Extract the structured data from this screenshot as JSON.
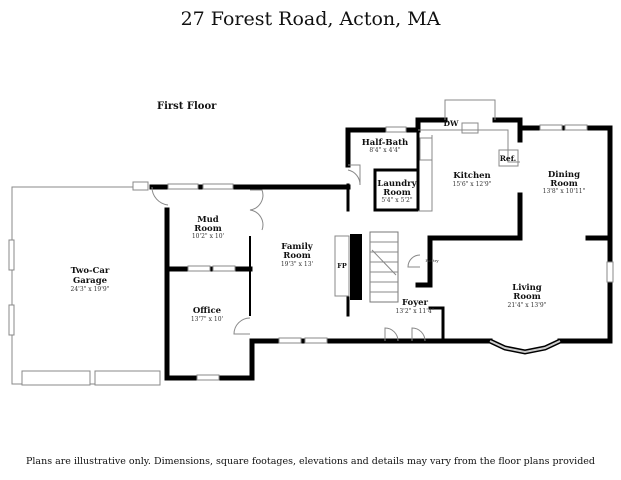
{
  "title": "27 Forest Road, Acton, MA",
  "floor_label": "First Floor",
  "footer_note": "Plans are illustrative only. Dimensions, square footages, elevations and details may vary from the floor plans provided",
  "rooms": {
    "garage": {
      "name1": "Two-Car",
      "name2": "Garage",
      "dims": "24'3\" x 19'9\""
    },
    "mud": {
      "name1": "Mud",
      "name2": "Room",
      "dims": "10'2\" x 10'"
    },
    "office": {
      "name": "Office",
      "dims": "13'7\" x 10'"
    },
    "family": {
      "name1": "Family",
      "name2": "Room",
      "dims": "19'3\" x 13'"
    },
    "foyer": {
      "name": "Foyer",
      "dims": "13'2\" x 11'4\""
    },
    "pantry": {
      "name": "Pantry"
    },
    "living": {
      "name1": "Living",
      "name2": "Room",
      "dims": "21'4\" x 13'9\""
    },
    "kitchen": {
      "name": "Kitchen",
      "dims": "15'6\" x 12'9\""
    },
    "dining": {
      "name1": "Dining",
      "name2": "Room",
      "dims": "13'8\" x 10'11\""
    },
    "halfbath": {
      "name": "Half-Bath",
      "dims": "8'4\" x 4'4\""
    },
    "laundry": {
      "name1": "Laundry",
      "name2": "Room",
      "dims": "5'4\" x 5'2\""
    }
  },
  "fixtures": {
    "fireplace": "FP",
    "dishwasher": "DW",
    "refrigerator": "Ref."
  }
}
